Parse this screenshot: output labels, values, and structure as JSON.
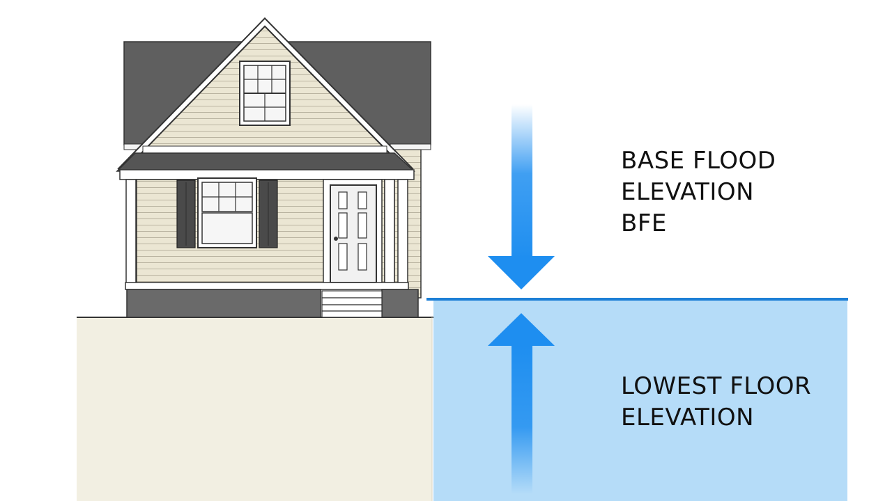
{
  "labels": {
    "base_flood_elevation": [
      "BASE FLOOD",
      "ELEVATION",
      "BFE"
    ],
    "lowest_floor_elevation": [
      "LOWEST FLOOR",
      "ELEVATION"
    ]
  },
  "colors": {
    "ground": "#f2efe2",
    "water": "#b5dcf8",
    "water_line": "#1d7fd6",
    "arrow": "#1e8ef0",
    "roof": "#5e5e5e",
    "siding": "#eae6d4",
    "foundation": "#6a6a6a",
    "shutter": "#4a4a4a",
    "trim": "#ffffff",
    "outline": "#333333"
  },
  "icons": {
    "down_arrow": "arrow-down-icon",
    "up_arrow": "arrow-up-icon",
    "house": "house-icon"
  }
}
